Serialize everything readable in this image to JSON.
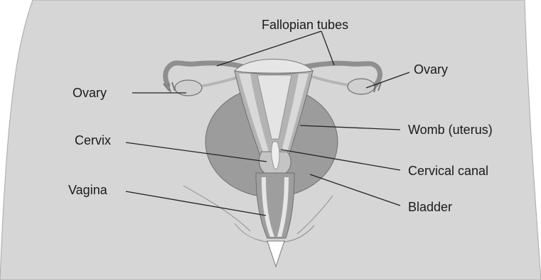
{
  "diagram": {
    "colors": {
      "background_body": "#d6d6d6",
      "bladder": "#9c9c9c",
      "uterus_wall": "#c3c3c3",
      "tube": "#8f8f8f",
      "outline": "#5c5c5c",
      "leader": "#222222"
    },
    "labels": {
      "fallopian_tubes": "Fallopian tubes",
      "ovary_left": "Ovary",
      "ovary_right": "Ovary",
      "womb": "Womb (uterus)",
      "cervix": "Cervix",
      "cervical_canal": "Cervical canal",
      "vagina": "Vagina",
      "bladder": "Bladder"
    }
  }
}
